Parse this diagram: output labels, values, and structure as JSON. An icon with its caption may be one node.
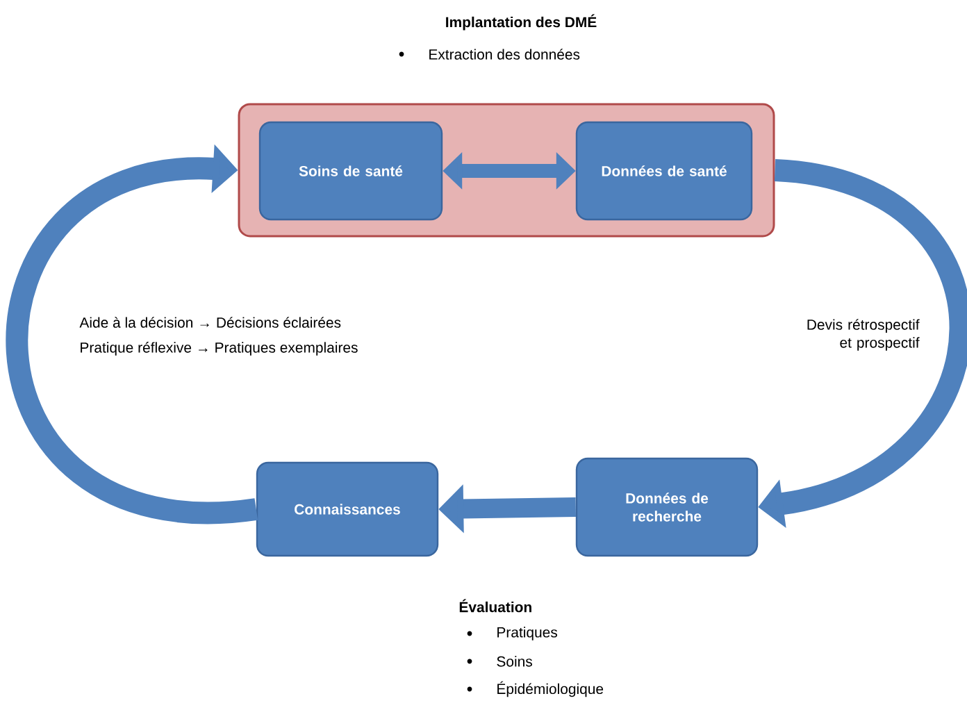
{
  "diagram": {
    "nodes": [
      {
        "text": [],
        "shape": "box"
      },
      {
        "text": [
          "Soins de santé"
        ],
        "in": 0
      },
      {
        "text": [
          "Données de santé"
        ],
        "in": 0
      },
      {
        "text": [
          "Connaissances"
        ]
      },
      {
        "text": [
          "Données de recherche"
        ]
      }
    ],
    "edges": [
      {
        "from": 1,
        "to": 2,
        "arrow": "both"
      },
      {
        "from": 0,
        "to": 4,
        "arrow": "to"
      },
      {
        "from": 4,
        "to": 3,
        "arrow": "to"
      },
      {
        "from": 3,
        "to": 0,
        "arrow": "to"
      }
    ],
    "labels": [
      "Implantation des DMÉ",
      "Extraction des données",
      "Aide à la décision → Décisions éclairées",
      "Pratique réflexive → Pratiques exemplaires",
      "Devis rétrospectif et prospectif",
      "Évaluation",
      "Pratiques",
      "Soins",
      "Épidémiologique"
    ]
  }
}
